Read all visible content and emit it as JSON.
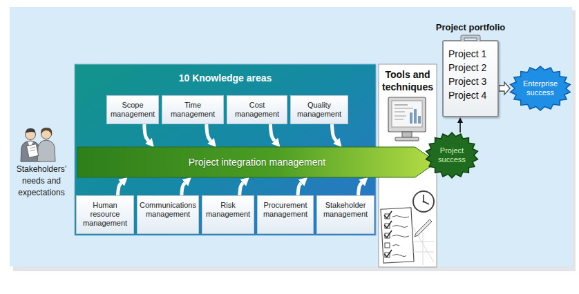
{
  "diagram": {
    "nodes": [
      {
        "text": [
          "10 Knowledge areas"
        ]
      },
      {
        "text": [
          "Scope management"
        ],
        "in": 0
      },
      {
        "text": [
          "Time management"
        ],
        "in": 0
      },
      {
        "text": [
          "Cost management"
        ],
        "in": 0
      },
      {
        "text": [
          "Quality management"
        ],
        "in": 0
      },
      {
        "text": [
          "Project integration management"
        ]
      },
      {
        "text": [
          "Human resource management"
        ],
        "in": 0
      },
      {
        "text": [
          "Communications management"
        ],
        "in": 0
      },
      {
        "text": [
          "Risk management"
        ],
        "in": 0
      },
      {
        "text": [
          "Procurement management"
        ],
        "in": 0
      },
      {
        "text": [
          "Stakeholder management"
        ],
        "in": 0
      },
      {
        "text": [
          "Tools and techniques"
        ]
      },
      {
        "text": [
          "Project portfolio",
          "Project 1",
          "Project 2",
          "Project 3",
          "Project 4"
        ]
      },
      {
        "text": [
          "Project success"
        ]
      },
      {
        "text": [
          "Enterprise success"
        ]
      }
    ],
    "edges": [
      {
        "from": 1,
        "to": 5,
        "arrow": "to"
      },
      {
        "from": 2,
        "to": 5,
        "arrow": "to"
      },
      {
        "from": 3,
        "to": 5,
        "arrow": "to"
      },
      {
        "from": 4,
        "to": 5,
        "arrow": "to"
      },
      {
        "from": 6,
        "to": 5,
        "arrow": "to"
      },
      {
        "from": 7,
        "to": 5,
        "arrow": "to"
      },
      {
        "from": 8,
        "to": 5,
        "arrow": "to"
      },
      {
        "from": 9,
        "to": 5,
        "arrow": "to"
      },
      {
        "from": 10,
        "to": 5,
        "arrow": "to"
      },
      {
        "from": 13,
        "to": 12,
        "arrow": "to"
      },
      {
        "from": 12,
        "to": 14,
        "arrow": "to"
      }
    ],
    "labels": [
      "Stakeholders’ needs and expectations"
    ]
  }
}
